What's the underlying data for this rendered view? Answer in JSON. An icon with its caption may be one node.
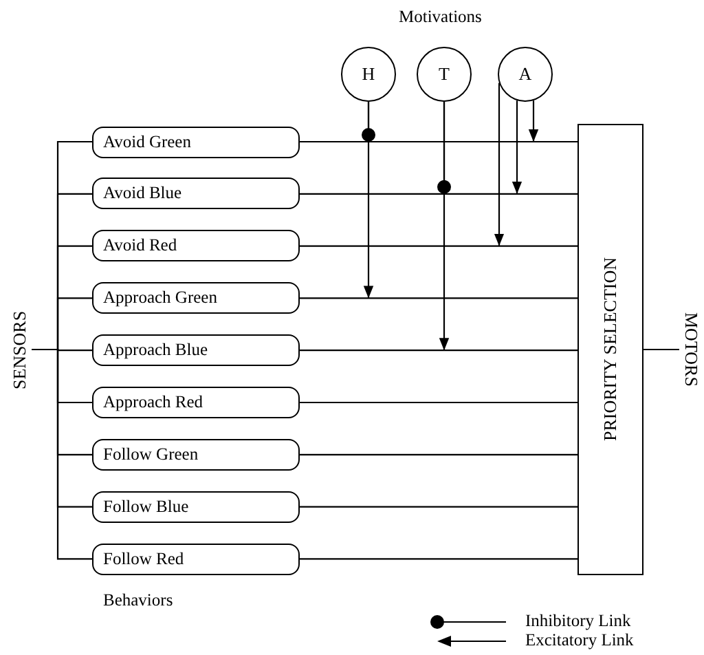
{
  "diagram": {
    "nodes": [
      {
        "text": [
          "SENSORS"
        ]
      },
      {
        "text": [
          "Avoid Green"
        ]
      },
      {
        "text": [
          "Avoid Blue"
        ]
      },
      {
        "text": [
          "Avoid Red"
        ]
      },
      {
        "text": [
          "Approach Green"
        ]
      },
      {
        "text": [
          "Approach Blue"
        ]
      },
      {
        "text": [
          "Approach Red"
        ]
      },
      {
        "text": [
          "Follow Green"
        ]
      },
      {
        "text": [
          "Follow Blue"
        ]
      },
      {
        "text": [
          "Follow Red"
        ]
      },
      {
        "text": [
          "PRIORITY SELECTION"
        ]
      },
      {
        "text": [
          "MOTORS"
        ]
      },
      {
        "text": [
          "H"
        ]
      },
      {
        "text": [
          "T"
        ]
      },
      {
        "text": [
          "A"
        ]
      }
    ],
    "edges": [
      {
        "from": 0,
        "to": 1,
        "arrow": "none"
      },
      {
        "from": 0,
        "to": 2,
        "arrow": "none"
      },
      {
        "from": 0,
        "to": 3,
        "arrow": "none"
      },
      {
        "from": 0,
        "to": 4,
        "arrow": "none"
      },
      {
        "from": 0,
        "to": 5,
        "arrow": "none"
      },
      {
        "from": 0,
        "to": 6,
        "arrow": "none"
      },
      {
        "from": 0,
        "to": 7,
        "arrow": "none"
      },
      {
        "from": 0,
        "to": 8,
        "arrow": "none"
      },
      {
        "from": 0,
        "to": 9,
        "arrow": "none"
      },
      {
        "from": 1,
        "to": 10,
        "arrow": "none"
      },
      {
        "from": 2,
        "to": 10,
        "arrow": "none"
      },
      {
        "from": 3,
        "to": 10,
        "arrow": "none"
      },
      {
        "from": 4,
        "to": 10,
        "arrow": "none"
      },
      {
        "from": 5,
        "to": 10,
        "arrow": "none"
      },
      {
        "from": 6,
        "to": 10,
        "arrow": "none"
      },
      {
        "from": 7,
        "to": 10,
        "arrow": "none"
      },
      {
        "from": 8,
        "to": 10,
        "arrow": "none"
      },
      {
        "from": 9,
        "to": 10,
        "arrow": "none"
      },
      {
        "from": 10,
        "to": 11,
        "arrow": "none"
      },
      {
        "from": 12,
        "to": null,
        "arrow": "other"
      },
      {
        "from": 12,
        "to": null,
        "arrow": "to"
      },
      {
        "from": 13,
        "to": null,
        "arrow": "other"
      },
      {
        "from": 13,
        "to": null,
        "arrow": "to"
      },
      {
        "from": 14,
        "to": null,
        "arrow": "to"
      },
      {
        "from": 14,
        "to": null,
        "arrow": "to"
      },
      {
        "from": 14,
        "to": null,
        "arrow": "to"
      }
    ],
    "labels": [
      "Motivations",
      "Behaviors"
    ],
    "legend": [
      {
        "text": "Inhibitory Link"
      },
      {
        "text": "Excitatory Link"
      }
    ]
  }
}
